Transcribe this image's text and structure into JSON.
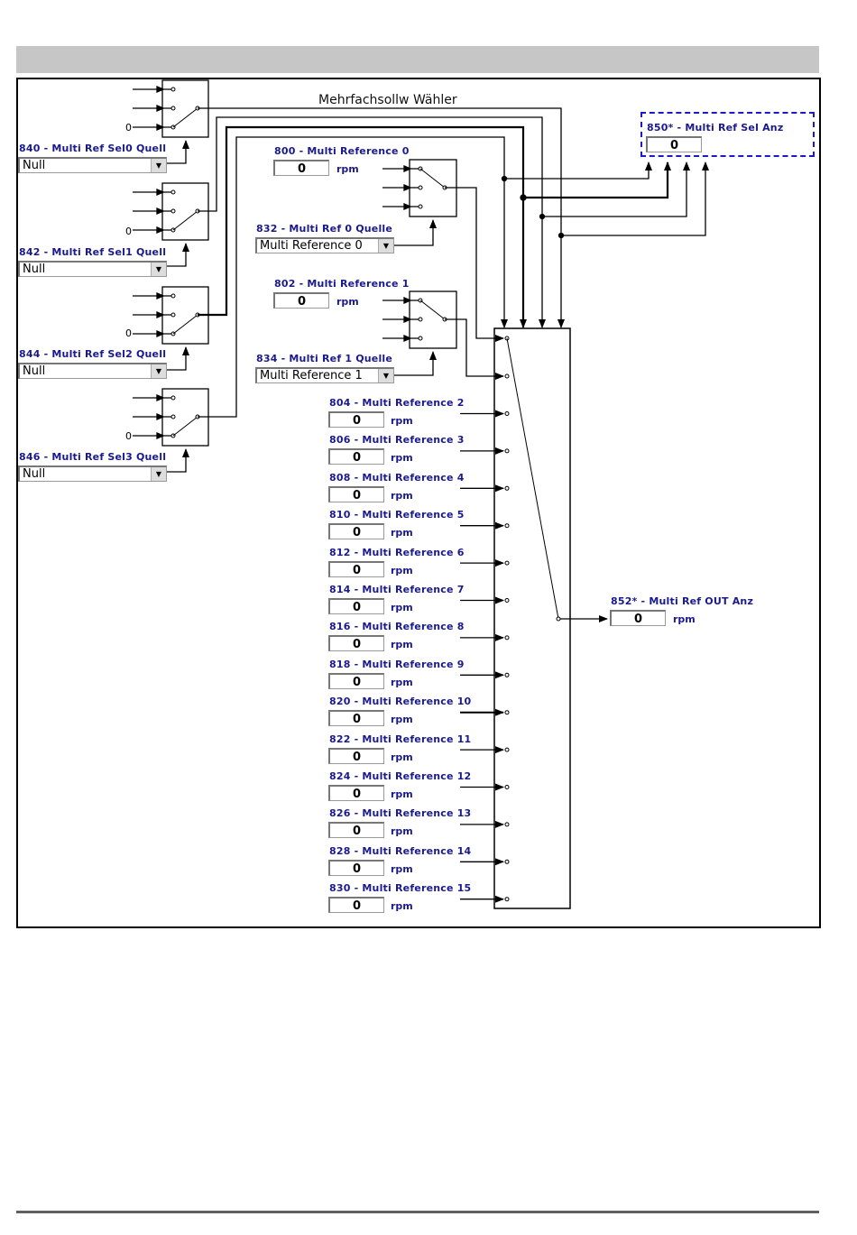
{
  "diagram": {
    "title": "Mehrfachsollw Wähler",
    "selector_sources": [
      {
        "label": "840 - Multi Ref Sel0 Quell",
        "value": "Null",
        "input_constant": "0"
      },
      {
        "label": "842 - Multi Ref Sel1 Quell",
        "value": "Null",
        "input_constant": "0"
      },
      {
        "label": "844 - Multi Ref Sel2 Quell",
        "value": "Null",
        "input_constant": "0"
      },
      {
        "label": "846 - Multi Ref Sel3 Quell",
        "value": "Null",
        "input_constant": "0"
      }
    ],
    "ref0": {
      "label": "800 - Multi Reference 0",
      "value": "0",
      "unit": "rpm",
      "source_label": "832 - Multi Ref 0 Quelle",
      "source_value": "Multi Reference 0"
    },
    "ref1": {
      "label": "802 - Multi Reference 1",
      "value": "0",
      "unit": "rpm",
      "source_label": "834 - Multi Ref 1 Quelle",
      "source_value": "Multi Reference 1"
    },
    "references": [
      {
        "label": "804 - Multi Reference 2",
        "value": "0",
        "unit": "rpm"
      },
      {
        "label": "806 - Multi Reference 3",
        "value": "0",
        "unit": "rpm"
      },
      {
        "label": "808 - Multi Reference 4",
        "value": "0",
        "unit": "rpm"
      },
      {
        "label": "810 - Multi Reference 5",
        "value": "0",
        "unit": "rpm"
      },
      {
        "label": "812 - Multi Reference 6",
        "value": "0",
        "unit": "rpm"
      },
      {
        "label": "814 - Multi Reference 7",
        "value": "0",
        "unit": "rpm"
      },
      {
        "label": "816 - Multi Reference 8",
        "value": "0",
        "unit": "rpm"
      },
      {
        "label": "818 - Multi Reference 9",
        "value": "0",
        "unit": "rpm"
      },
      {
        "label": "820 - Multi Reference 10",
        "value": "0",
        "unit": "rpm"
      },
      {
        "label": "822 - Multi Reference 11",
        "value": "0",
        "unit": "rpm"
      },
      {
        "label": "824 - Multi Reference 12",
        "value": "0",
        "unit": "rpm"
      },
      {
        "label": "826 - Multi Reference 13",
        "value": "0",
        "unit": "rpm"
      },
      {
        "label": "828 - Multi Reference 14",
        "value": "0",
        "unit": "rpm"
      },
      {
        "label": "830 - Multi Reference 15",
        "value": "0",
        "unit": "rpm"
      }
    ],
    "sel_display": {
      "label": "850* - Multi Ref Sel Anz",
      "value": "0"
    },
    "out_display": {
      "label": "852* - Multi Ref OUT Anz",
      "value": "0",
      "unit": "rpm"
    }
  }
}
